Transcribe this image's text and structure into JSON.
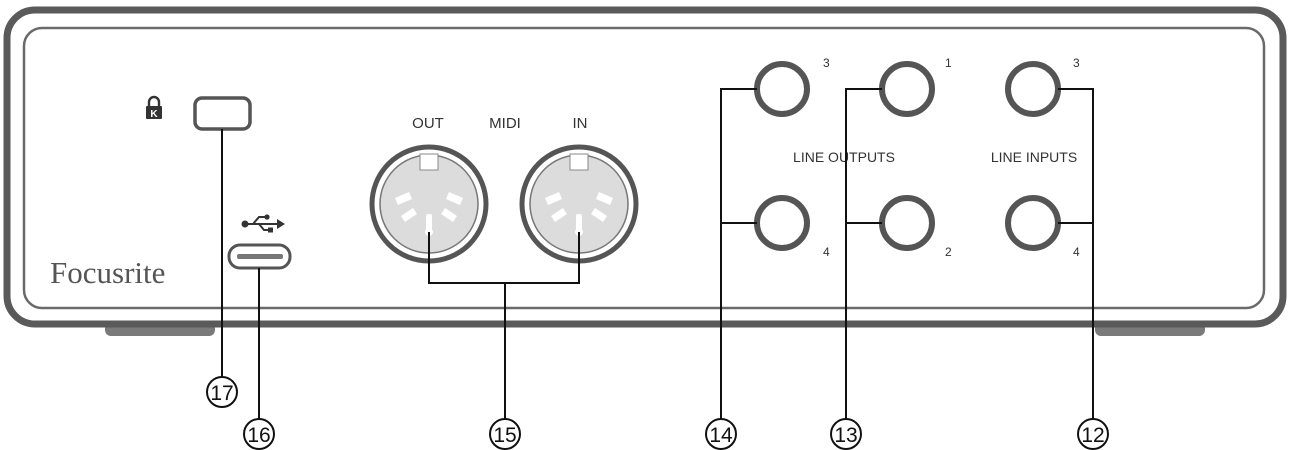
{
  "brand": "Focusrite",
  "midi": {
    "out_label": "OUT",
    "section_label": "MIDI",
    "in_label": "IN"
  },
  "line_outputs": {
    "section_label": "LINE OUTPUTS",
    "jack_3": "3",
    "jack_4": "4",
    "jack_1": "1",
    "jack_2": "2"
  },
  "line_inputs": {
    "section_label": "LINE INPUTS",
    "jack_3": "3",
    "jack_4": "4"
  },
  "callouts": {
    "c17": "17",
    "c16": "16",
    "c15": "15",
    "c14": "14",
    "c13": "13",
    "c12": "12"
  },
  "icons": [
    "kensington-lock-icon",
    "usb-icon"
  ],
  "colors": {
    "chassis_outline": "#5a5a5a",
    "panel_fill": "#ffffff",
    "feet": "#7a7a7a",
    "connector_ring": "#555555",
    "connector_fill": "#dcdcdc"
  }
}
